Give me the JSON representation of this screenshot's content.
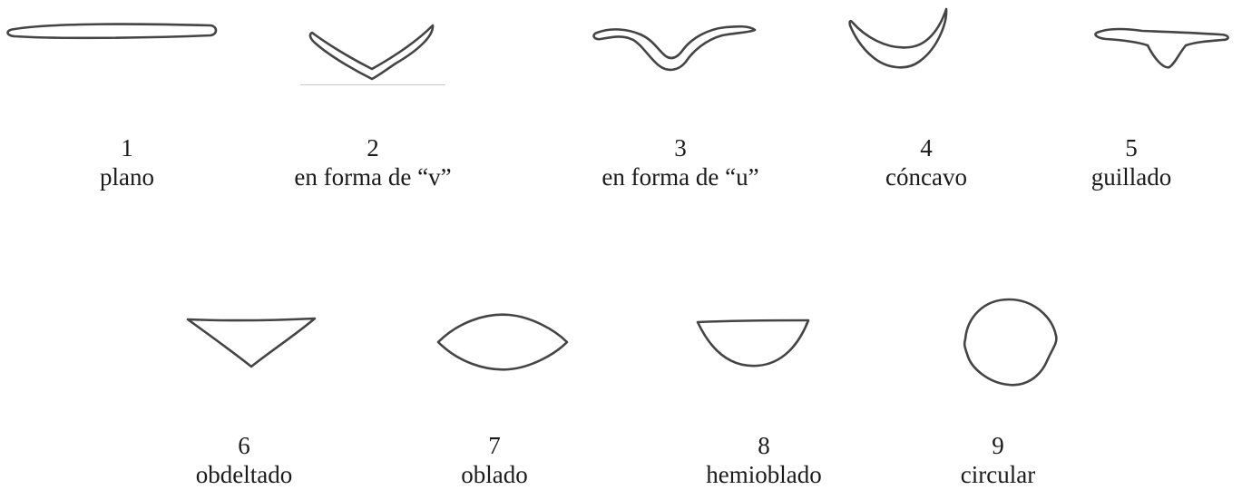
{
  "colors": {
    "stroke": "#444444",
    "text": "#1a1a1a",
    "background": "#ffffff"
  },
  "items": [
    {
      "number": "1",
      "label": "plano",
      "shape": "flat-bar-icon"
    },
    {
      "number": "2",
      "label": "en forma de “v”",
      "shape": "v-shape-icon"
    },
    {
      "number": "3",
      "label": "en forma de “u”",
      "shape": "u-shape-icon"
    },
    {
      "number": "4",
      "label": "cóncavo",
      "shape": "concave-icon"
    },
    {
      "number": "5",
      "label": "guillado",
      "shape": "keeled-icon"
    },
    {
      "number": "6",
      "label": "obdeltado",
      "shape": "obdeltate-icon"
    },
    {
      "number": "7",
      "label": "oblado",
      "shape": "oblate-icon"
    },
    {
      "number": "8",
      "label": "hemioblado",
      "shape": "hemioblate-icon"
    },
    {
      "number": "9",
      "label": "circular",
      "shape": "circular-icon"
    }
  ]
}
